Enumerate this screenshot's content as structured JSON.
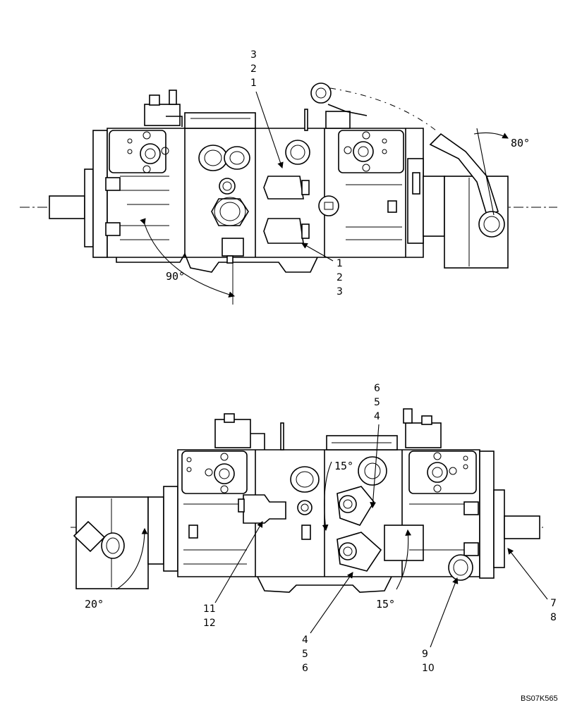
{
  "drawing_code": "BS07K565",
  "top_view": {
    "callout_upper": [
      "3",
      "2",
      "1"
    ],
    "callout_lower": [
      "1",
      "2",
      "3"
    ],
    "angle_left": "90°",
    "angle_right": "80°"
  },
  "bottom_view": {
    "callout_top": [
      "6",
      "5",
      "4"
    ],
    "callout_bottom_mid": [
      "4",
      "5",
      "6"
    ],
    "callout_left": [
      "11",
      "12"
    ],
    "callout_right_low": [
      "9",
      "10"
    ],
    "callout_far_right": [
      "7",
      "8"
    ],
    "angle_left": "20°",
    "angle_top": "15°",
    "angle_bottom": "15°"
  }
}
